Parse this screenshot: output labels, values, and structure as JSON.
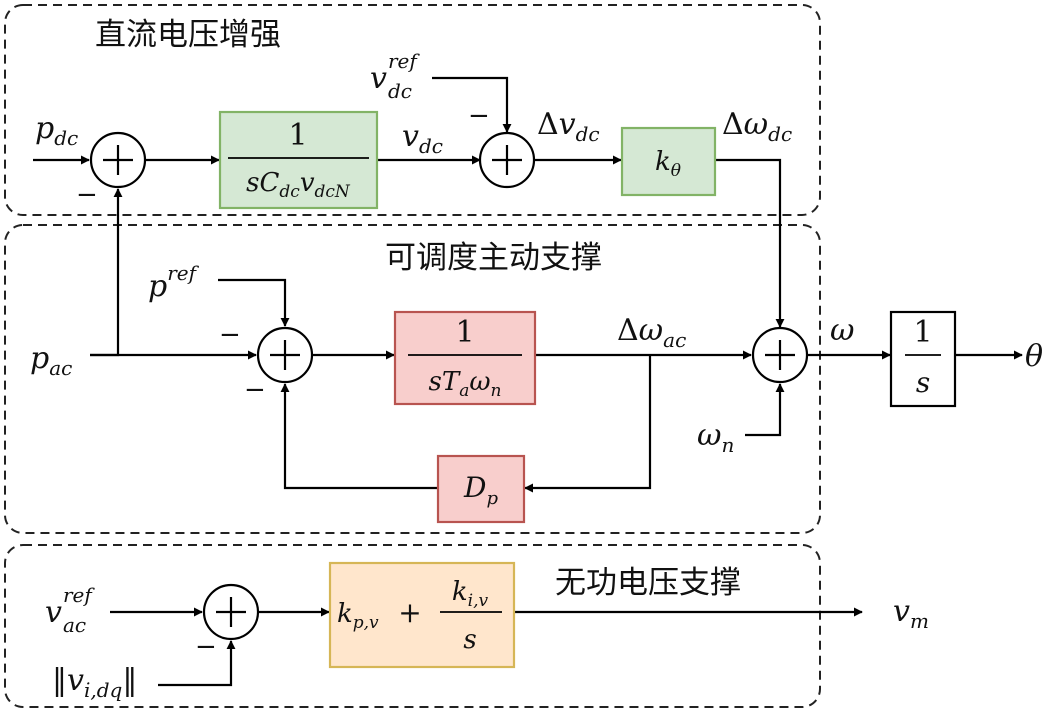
{
  "regions": {
    "dc": {
      "title": "直流电压增强"
    },
    "ac": {
      "title": "可调度主动支撑"
    },
    "q": {
      "title": "无功电压支撑"
    }
  },
  "signals": {
    "p_dc": {
      "base": "p",
      "sub": "dc"
    },
    "p_ac": {
      "base": "p",
      "sub": "ac"
    },
    "p_ref": {
      "base": "p",
      "sup": "ref"
    },
    "vdc_ref": {
      "base": "v",
      "sub": "dc",
      "sup": "ref"
    },
    "v_dc": {
      "base": "v",
      "sub": "dc"
    },
    "dv_dc": {
      "pre": "Δ",
      "base": "v",
      "sub": "dc"
    },
    "dw_dc": {
      "pre": "Δ",
      "base": "ω",
      "sub": "dc"
    },
    "dw_ac": {
      "pre": "Δ",
      "base": "ω",
      "sub": "ac"
    },
    "omega": {
      "base": "ω"
    },
    "omega_n": {
      "base": "ω",
      "sub": "n"
    },
    "theta": {
      "base": "θ"
    },
    "vac_ref": {
      "base": "v",
      "sub": "ac",
      "sup": "ref"
    },
    "v_norm": {
      "open": "‖",
      "base": "v",
      "sub": "i,dq",
      "close": "‖"
    },
    "v_m": {
      "base": "v",
      "sub": "m"
    }
  },
  "signs": {
    "minus": "−"
  },
  "blocks": {
    "dc_gain": {
      "num": "1",
      "den": {
        "pre": "s",
        "base": "C",
        "sub": "dc",
        "base2": "v",
        "sub2": "dcN"
      }
    },
    "k_theta": {
      "base": "k",
      "sub": "θ"
    },
    "ac_gain": {
      "num": "1",
      "den": {
        "pre": "s",
        "base": "T",
        "sub": "a",
        "base2": "ω",
        "sub2": "n"
      }
    },
    "integrator": {
      "num": "1",
      "den": "s"
    },
    "d_p": {
      "base": "D",
      "sub": "p"
    },
    "pi": {
      "k1": "k",
      "k1sub": "p,v",
      "op": "+",
      "k2": "k",
      "k2sub": "i,v",
      "den": "s"
    }
  }
}
